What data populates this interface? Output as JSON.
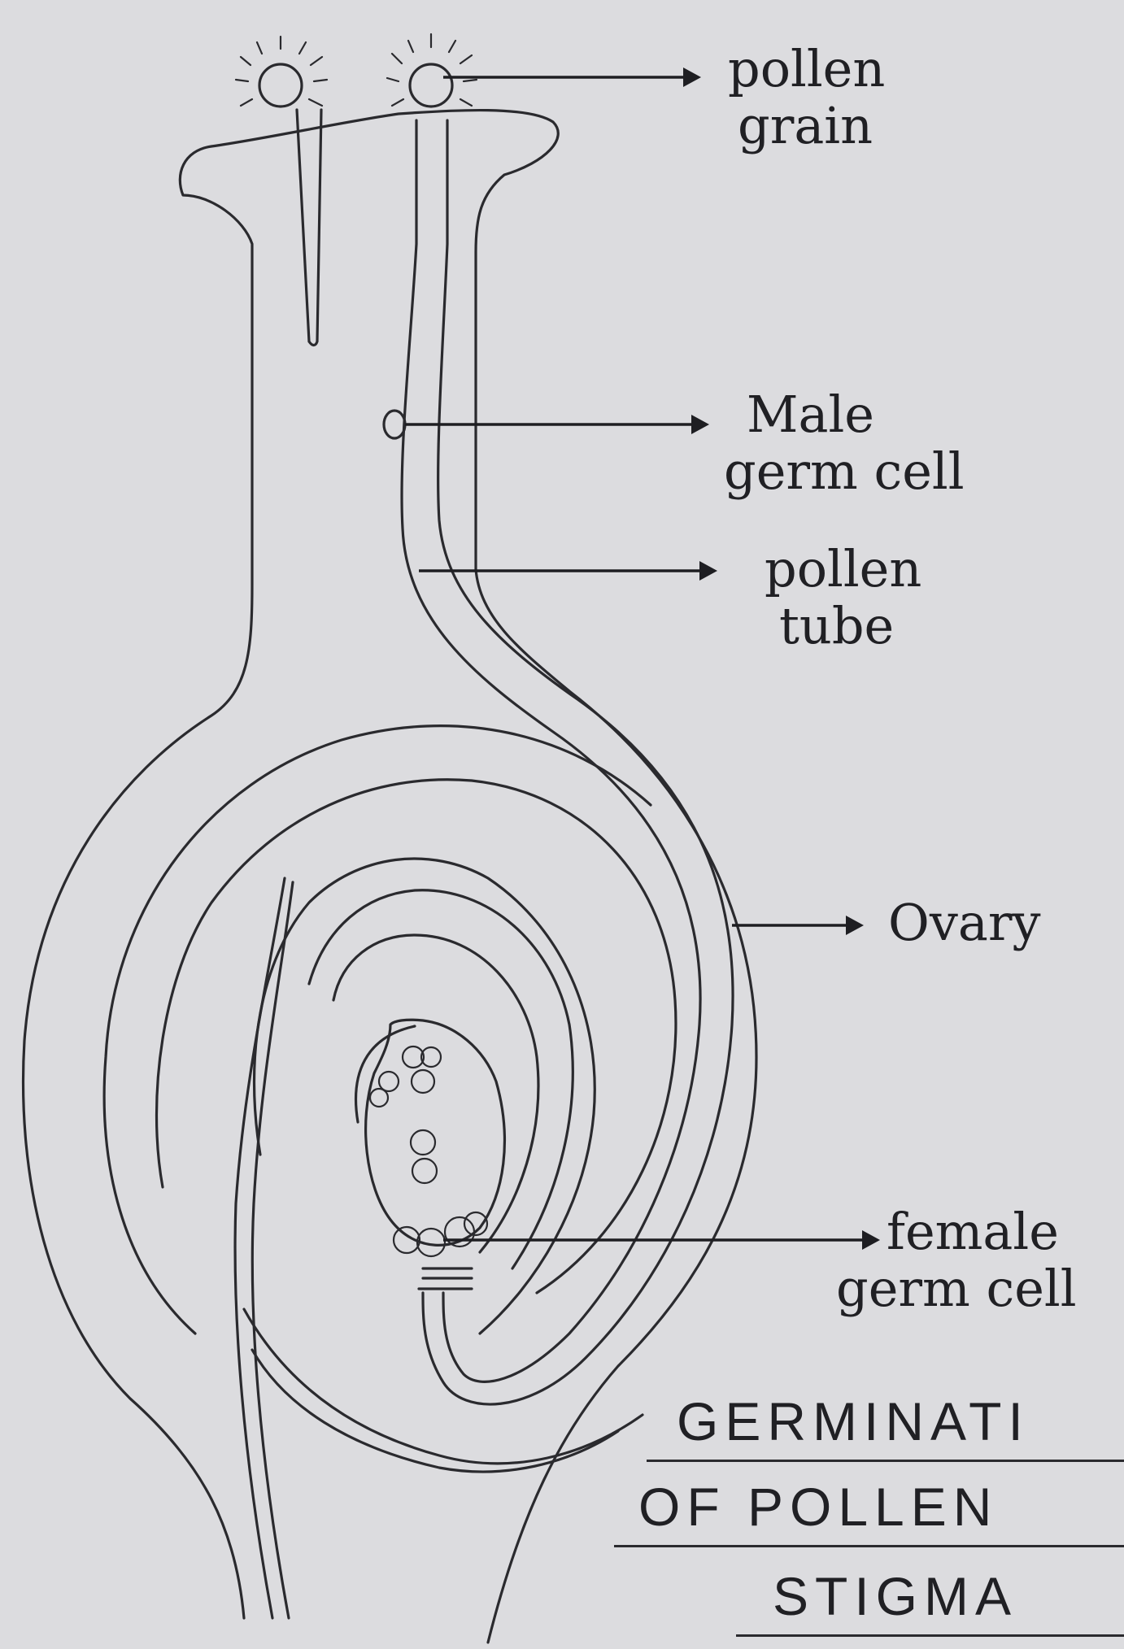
{
  "labels": {
    "pollen_grain": {
      "line1": "pollen",
      "line2": "grain"
    },
    "male_germ_cell": {
      "line1": "Male",
      "line2": "germ cell"
    },
    "pollen_tube": {
      "line1": "pollen",
      "line2": "tube"
    },
    "ovary": {
      "line1": "Ovary"
    },
    "female_germ_cell": {
      "line1": "female",
      "line2": "germ cell"
    }
  },
  "title": {
    "line1": "GERMINATI",
    "line2": "OF POLLEN",
    "line3": "STIGMA"
  },
  "colors": {
    "paper": "#dcdcdf",
    "ink": "#2a2a2e"
  }
}
